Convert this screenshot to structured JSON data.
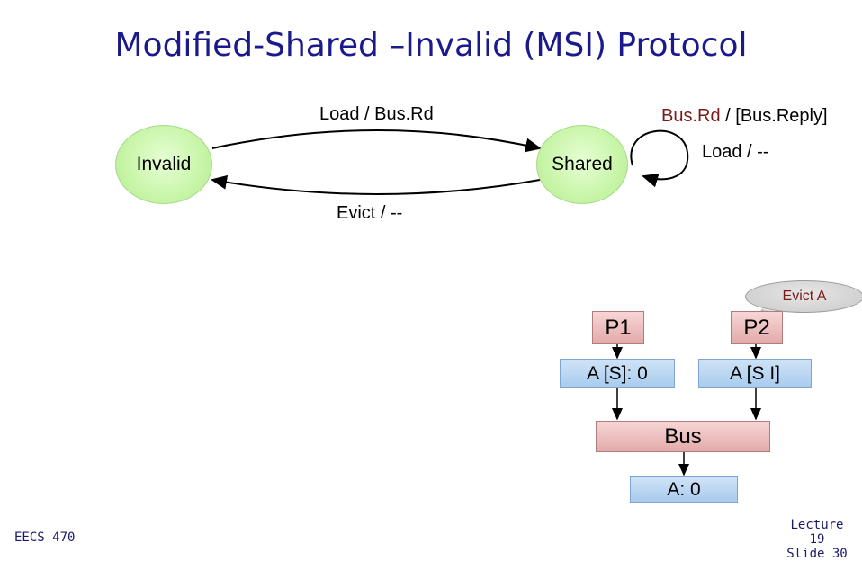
{
  "title": "Modified-Shared –Invalid (MSI) Protocol",
  "states": {
    "invalid": "Invalid",
    "shared": "Shared"
  },
  "transitions": {
    "load_busrd": "Load / Bus.Rd",
    "evict": "Evict / --",
    "busrd_part": "Bus.Rd",
    "busreply_part": " / [Bus.Reply]",
    "load_self": "Load / --"
  },
  "system": {
    "callout": "Evict A",
    "p1": "P1",
    "p2": "P2",
    "p1_cache": "A [S]: 0",
    "p2_cache": "A [S I]",
    "bus": "Bus",
    "memory": "A: 0"
  },
  "footer": {
    "course": "EECS 470",
    "lecture": "Lecture 19",
    "slide": "Slide 30"
  },
  "colors": {
    "title": "#1a1a8c",
    "state_fill": "#c8f5a8",
    "cache_fill": "#a8cbee",
    "proc_fill": "#e3aaaa",
    "bus_rd_text": "#7a1a1a"
  }
}
